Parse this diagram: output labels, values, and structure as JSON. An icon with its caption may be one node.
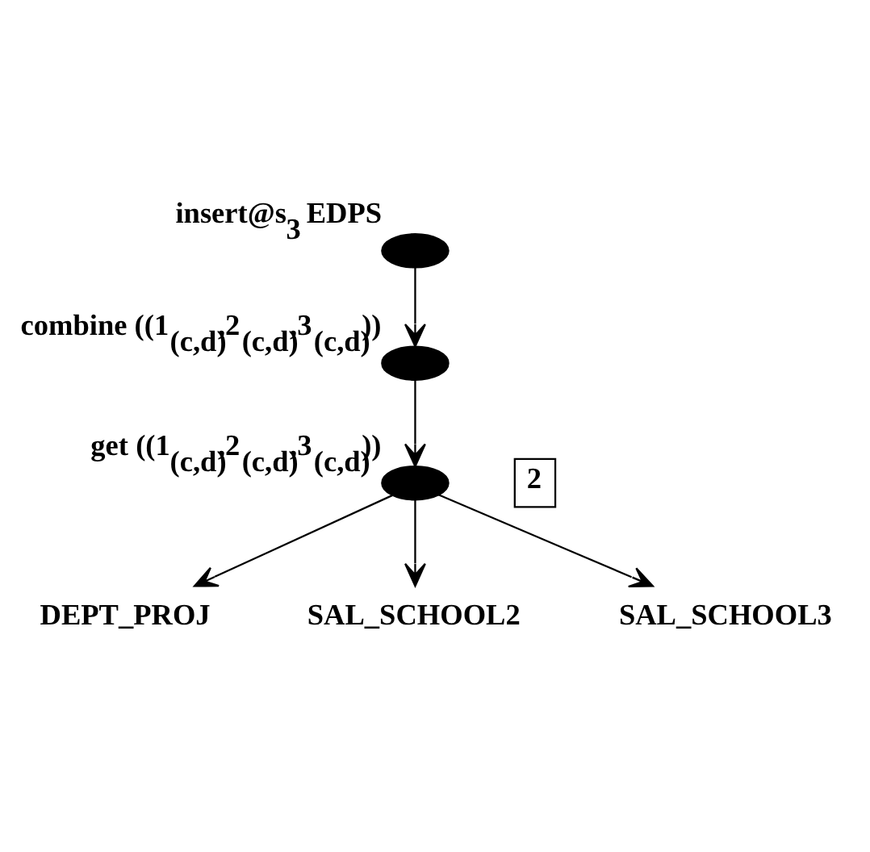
{
  "diagram": {
    "nodes": [
      {
        "text": [
          "insert@s$_{3}$ EDPS"
        ]
      },
      {
        "text": [
          "combine ((1$_{(c,d)}$,2$_{(c,d)}$,3$_{(c,d)}$))"
        ]
      },
      {
        "text": [
          "get ((1$_{(c,d)}$,2$_{(c,d)}$,3$_{(c,d)}$))"
        ]
      },
      {
        "text": [
          "DEPT_PROJ"
        ]
      },
      {
        "text": [
          "SAL_SCHOOL2"
        ]
      },
      {
        "text": [
          "SAL_SCHOOL3"
        ]
      },
      {
        "text": [
          "2"
        ]
      }
    ],
    "edges": [
      {
        "from": 0,
        "to": 1,
        "arrow": "to"
      },
      {
        "from": 1,
        "to": 2,
        "arrow": "to"
      },
      {
        "from": 2,
        "to": 3,
        "arrow": "to"
      },
      {
        "from": 2,
        "to": 4,
        "arrow": "to"
      },
      {
        "from": 2,
        "to": 5,
        "arrow": "to"
      }
    ]
  }
}
